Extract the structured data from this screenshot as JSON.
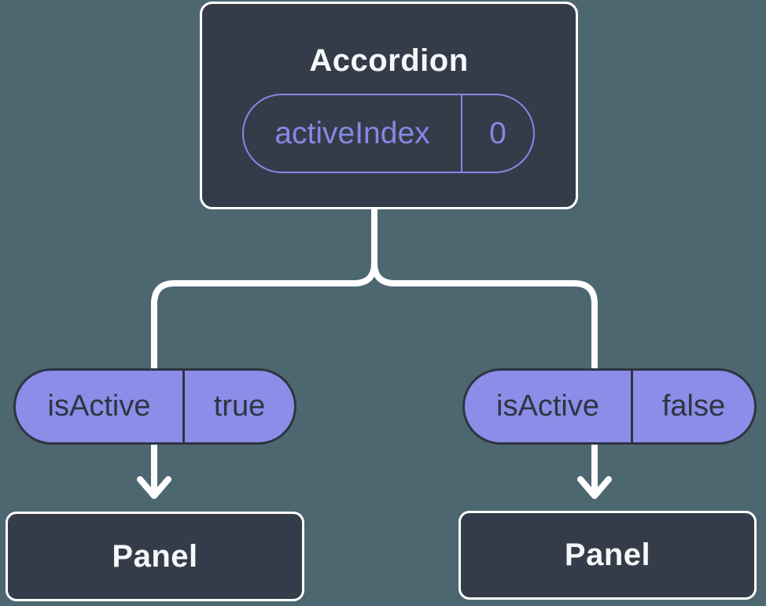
{
  "diagram_title": "component-state-tree",
  "root_node": {
    "label": "Accordion",
    "state_pill": {
      "name": "activeIndex",
      "value": "0"
    }
  },
  "branches": [
    {
      "side": "left",
      "prop_pill": {
        "name": "isActive",
        "value": "true"
      },
      "child_node": {
        "label": "Panel"
      }
    },
    {
      "side": "right",
      "prop_pill": {
        "name": "isActive",
        "value": "false"
      },
      "child_node": {
        "label": "Panel"
      }
    }
  ],
  "colors": {
    "background": "#4d6771",
    "node_fill": "#353c49",
    "node_border": "#ffffff",
    "state_pill_stroke": "#8588e4",
    "prop_pill_fill": "#8b8de9",
    "prop_pill_stroke": "#2f3540",
    "text_light": "#f6f7f9",
    "connector": "#ffffff"
  }
}
